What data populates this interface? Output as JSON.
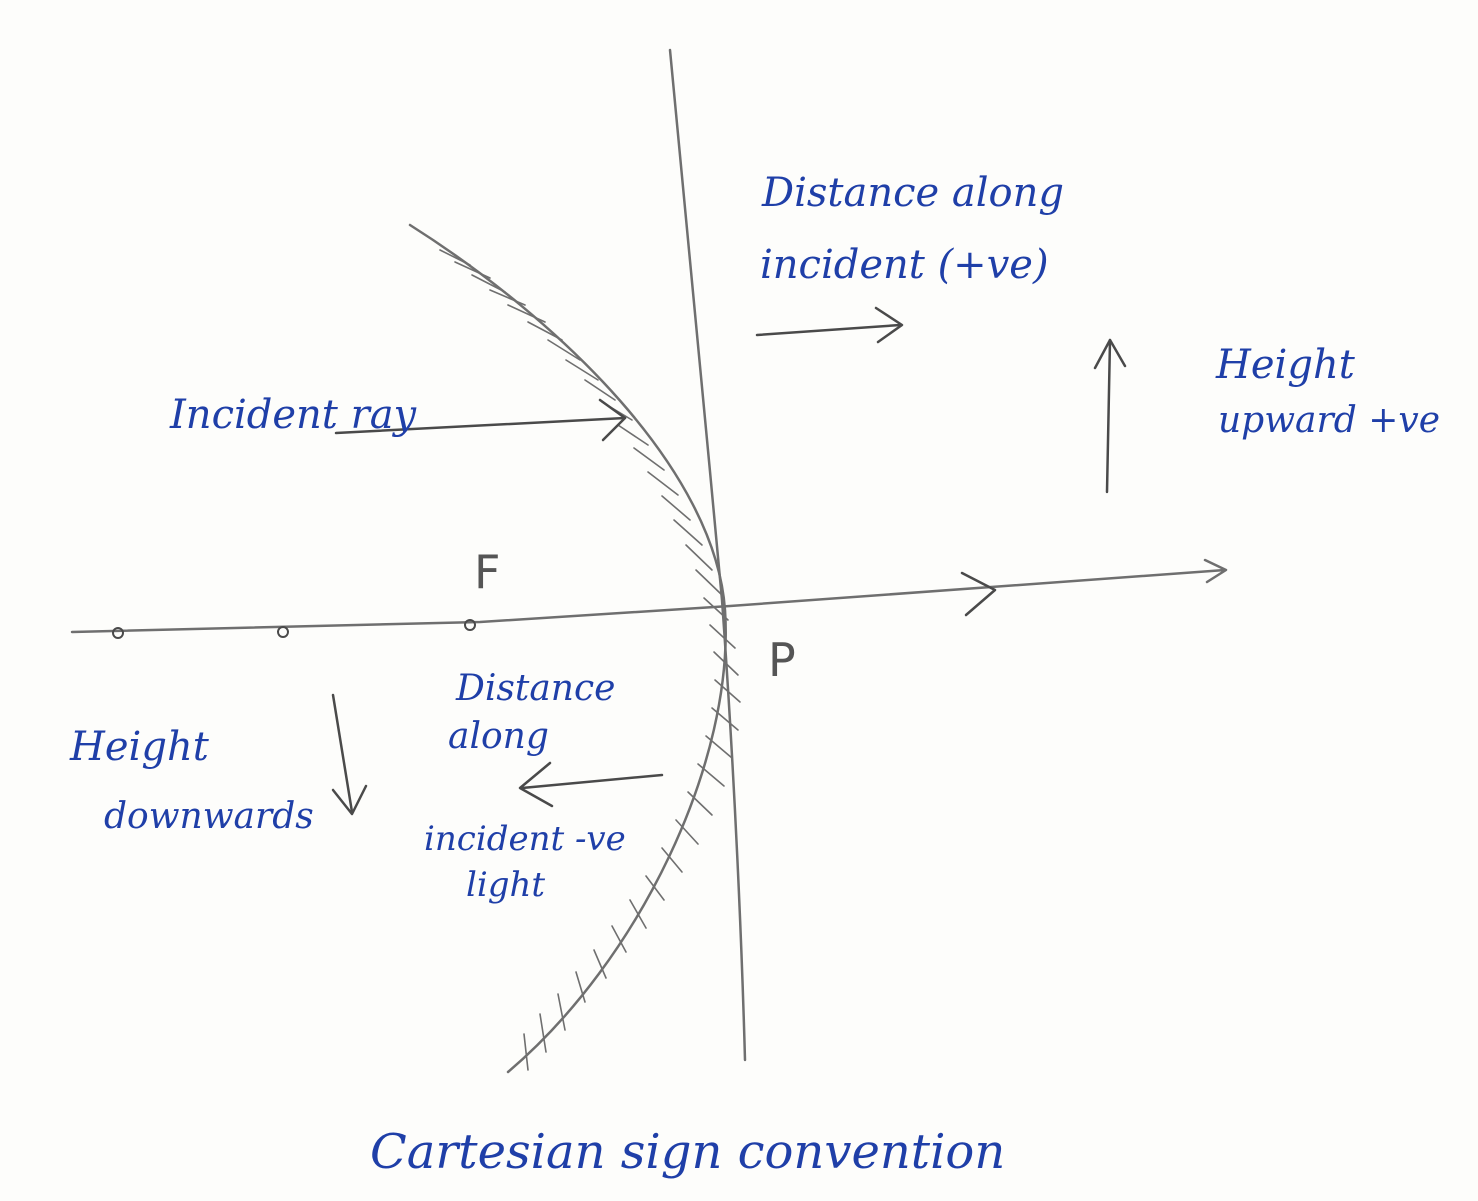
{
  "labels": {
    "incident_ray": "Incident ray",
    "focus": "F",
    "pole": "P",
    "distance_positive_line1": "Distance along",
    "distance_positive_line2": "incident (+ve)",
    "height_up_line1": "Height",
    "height_up_line2": "upward +ve",
    "height_down_line1": "Height",
    "height_down_line2": "downwards",
    "distance_negative_line1": "Distance",
    "distance_negative_line2": "along",
    "distance_negative_line3": "incident -ve",
    "distance_negative_line4": "light",
    "caption": "Cartesian sign convention"
  },
  "colors": {
    "ink": "#1f3fa8",
    "pencil": "#6f6f6f",
    "paper": "#fdfdfb"
  }
}
